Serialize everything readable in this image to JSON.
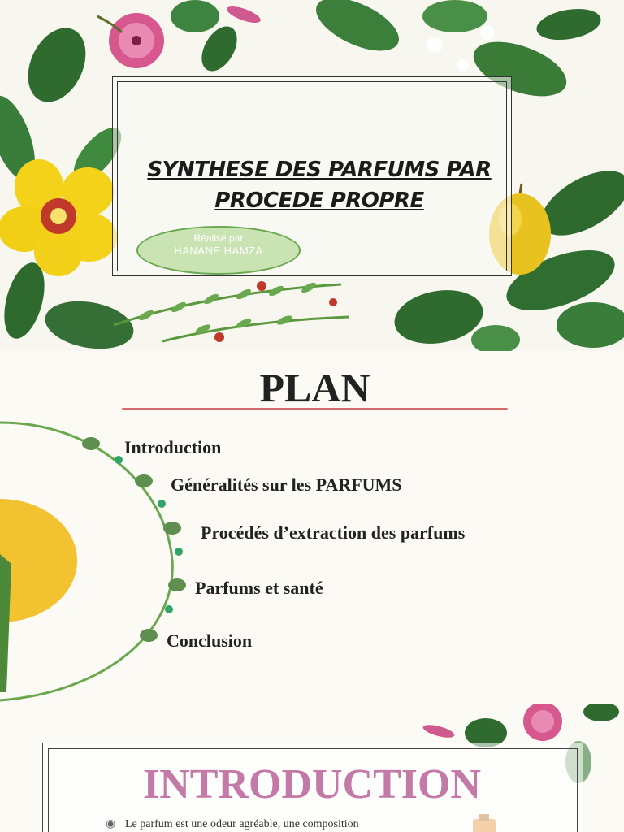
{
  "slide1": {
    "title_line1": "SYNTHESE DES PARFUMS PAR",
    "title_line2": "PROCEDE PROPRE",
    "author_label": "Réalisé par",
    "author_name": "HANANE HAMZA"
  },
  "slide2": {
    "title": "PLAN",
    "items": [
      "Introduction",
      "Généralités sur les PARFUMS",
      "Procédés d’extraction des parfums",
      "Parfums et santé",
      "Conclusion"
    ]
  },
  "slide3": {
    "title": "INTRODUCTION",
    "bullet1": "Le parfum est une odeur agréable,  une composition"
  },
  "colors": {
    "title_pink": "#c47aa7",
    "plan_rule": "#d66a6a",
    "badge_fill": "#c9e3b3",
    "arc_green": "#6aa84f",
    "bullet_teal": "#2fa56a",
    "accent_yellow": "#f2c230"
  },
  "icons": [
    "hibiscus-flower-icon",
    "lemon-icon",
    "pink-flower-icon",
    "leaf-icon",
    "perfume-bottle-icon",
    "bullet-dot-icon"
  ]
}
